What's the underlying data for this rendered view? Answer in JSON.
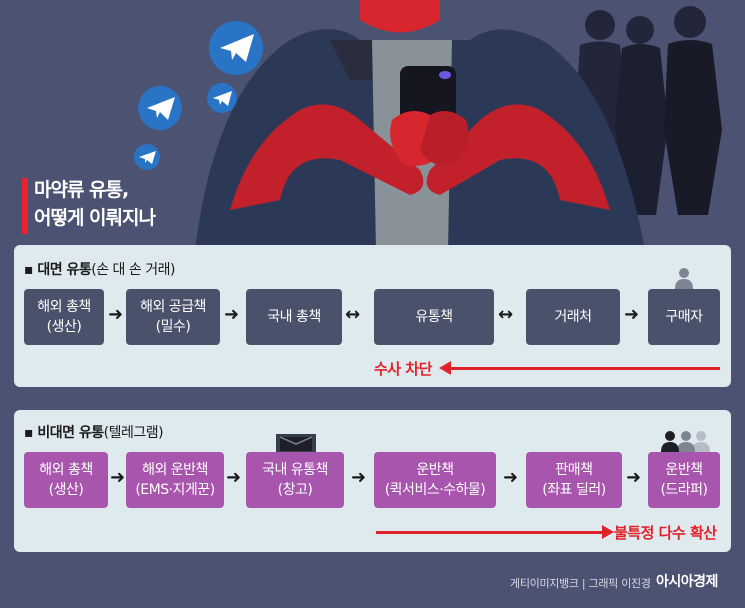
{
  "title": {
    "line1": "마약류 유통,",
    "line2": "어떻게 이뤄지나"
  },
  "face_to_face": {
    "heading": "▪ 대면 유통",
    "heading_sub": "(손 대 손 거래)",
    "nodes": [
      {
        "l1": "해외 총책",
        "l2": "(생산)"
      },
      {
        "l1": "해외 공급책",
        "l2": "(밀수)"
      },
      {
        "l1": "국내 총책",
        "l2": ""
      },
      {
        "l1": "유통책",
        "l2": ""
      },
      {
        "l1": "거래처",
        "l2": ""
      },
      {
        "l1": "구매자",
        "l2": ""
      }
    ],
    "arrows": [
      "➜",
      "➜",
      "↔",
      "↔",
      "➜"
    ],
    "note": "수사 차단"
  },
  "non_face": {
    "heading": "▪ 비대면 유통",
    "heading_sub": "(텔레그램)",
    "nodes": [
      {
        "l1": "해외 총책",
        "l2": "(생산)"
      },
      {
        "l1": "해외 운반책",
        "l2": "(EMS·지게꾼)"
      },
      {
        "l1": "국내 유통책",
        "l2": "(창고)"
      },
      {
        "l1": "운반책",
        "l2": "(퀵서비스·수하물)"
      },
      {
        "l1": "판매책",
        "l2": "(좌표 딜러)"
      },
      {
        "l1": "운반책",
        "l2": "(드라퍼)"
      }
    ],
    "arrows": [
      "➜",
      "➜",
      "➜",
      "➜",
      "➜"
    ],
    "note": "불특정 다수 확산"
  },
  "credit": {
    "left": "게티이미지뱅크 | 그래픽 이진경",
    "brand": "아시아경제"
  },
  "icons": [
    "telegram-icon",
    "smartphone-icon",
    "person-icon",
    "people-group-icon",
    "warehouse-box-icon"
  ],
  "colors": {
    "background": "#4b5272",
    "panel": "#dfeaef",
    "node_dark": "#4a516a",
    "node_purple": "#a855ad",
    "accent_red": "#e2222b"
  }
}
